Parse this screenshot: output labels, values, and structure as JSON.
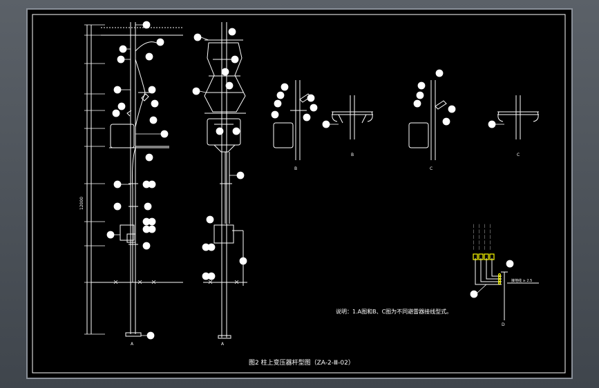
{
  "drawing": {
    "title": "图2  柱上变压器杆型图（ZA-2-Ⅲ-02）",
    "note": "说明：1.A图和B、C图为不同避雷器接线型式。",
    "view_labels": [
      "A",
      "B",
      "B",
      "C",
      "C",
      "D",
      "A"
    ],
    "total_dim": "12000",
    "ground_label": "接地线 ≥ 2.5",
    "colors": {
      "background": "#000000",
      "lines": "#ffffff",
      "frame": "#ffffff",
      "accent": "#ffff00"
    }
  }
}
